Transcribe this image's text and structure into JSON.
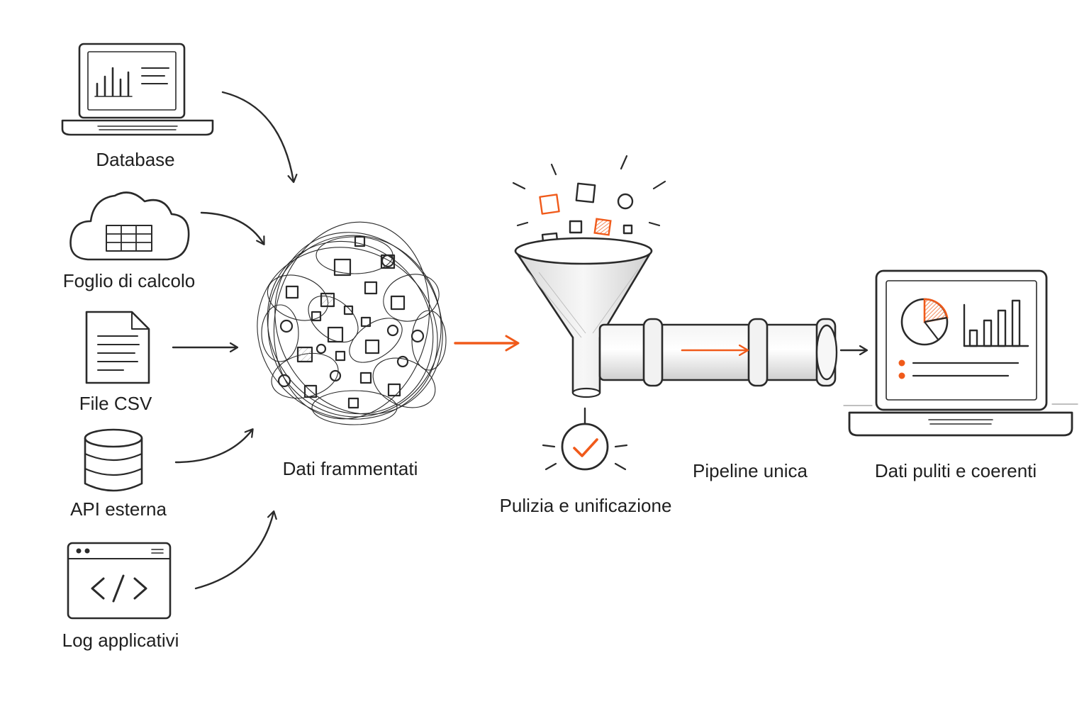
{
  "sources": [
    {
      "label": "Database",
      "icon": "laptop-chart-icon"
    },
    {
      "label": "Foglio di calcolo",
      "icon": "cloud-spreadsheet-icon"
    },
    {
      "label": "File CSV",
      "icon": "document-icon"
    },
    {
      "label": "API esterna",
      "icon": "database-cylinder-icon"
    },
    {
      "label": "Log applicativi",
      "icon": "code-window-icon"
    }
  ],
  "stages": {
    "fragmented": "Dati frammentati",
    "cleaning": "Pulizia e unificazione",
    "pipeline": "Pipeline unica",
    "result": "Dati puliti e coerenti"
  },
  "colors": {
    "accent": "#f05a1a",
    "ink": "#2a2a2a"
  }
}
